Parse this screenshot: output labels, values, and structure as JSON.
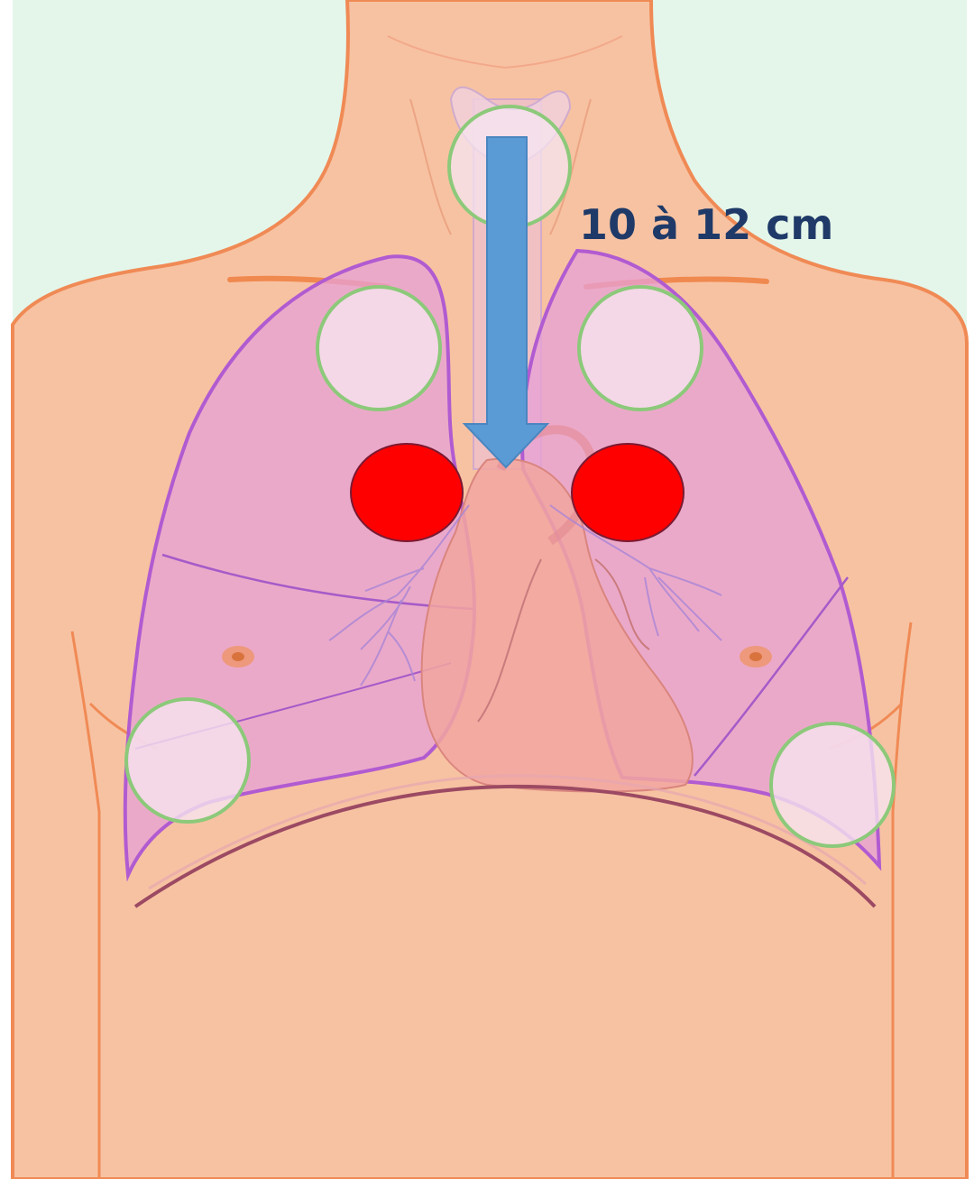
{
  "annotation": {
    "measure_label": "10 à 12 cm"
  },
  "colors": {
    "background": "#e4f6ea",
    "skin": "#f7c2a2",
    "skin_outline": "#f08a55",
    "lung_fill": "#e7a0d6",
    "lung_outline": "#b15bd1",
    "heart": "#f2a6a0",
    "auscultation_circle_fill": "#f6e4ef",
    "auscultation_circle_outline": "#8cc97a",
    "lymph_node_marker": "#ff0000",
    "arrow_fill": "#5b9bd5",
    "arrow_outline": "#4a86c0",
    "label_text": "#1f3a68"
  },
  "markers": {
    "green_circles_count": 5,
    "red_dots_count": 2
  }
}
